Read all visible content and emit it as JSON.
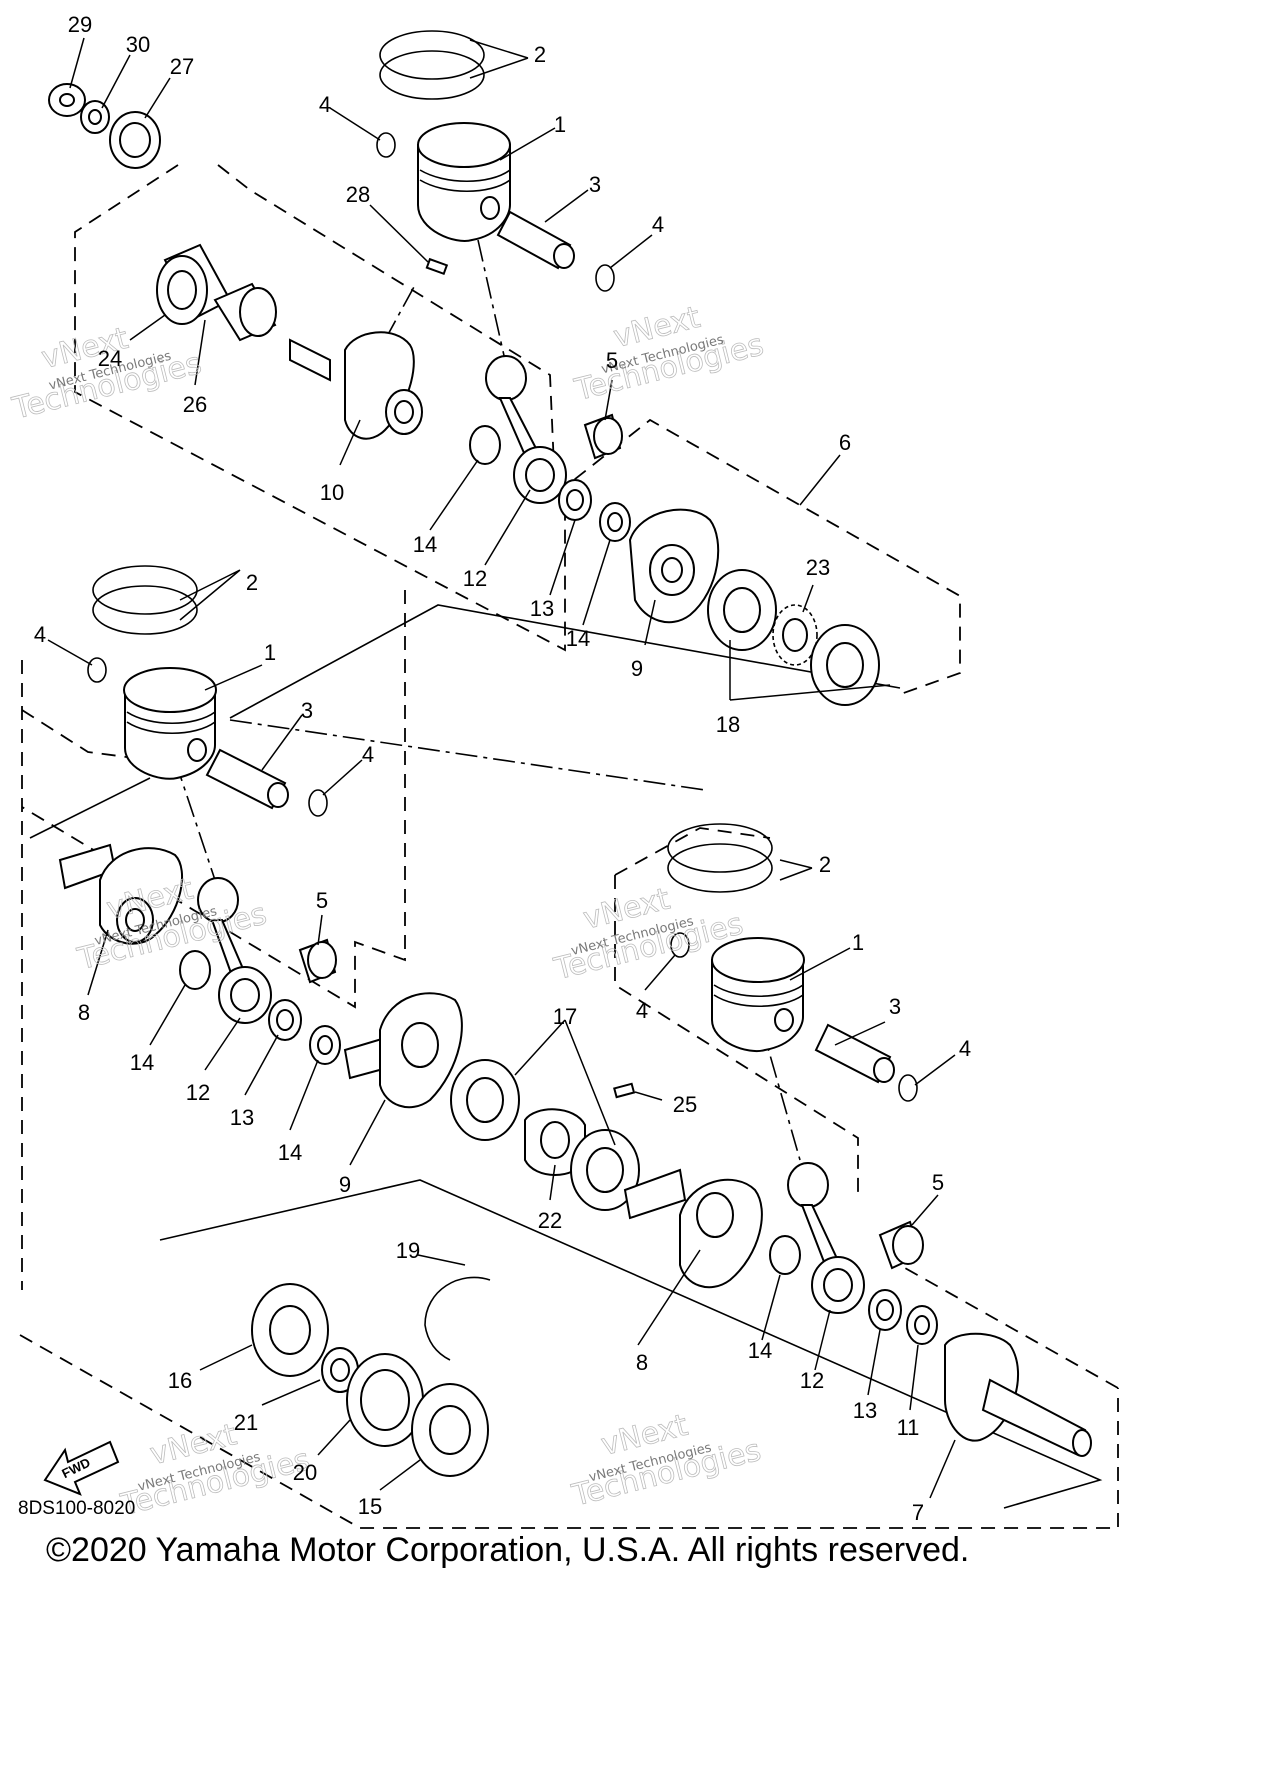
{
  "diagram_code": "8DS100-8020",
  "copyright": "©2020 Yamaha Motor Corporation, U.S.A. All rights reserved.",
  "fwd_label": "FWD",
  "watermark": {
    "line1": "vNext",
    "line2": "Technologies",
    "small": "vNext Technologies"
  },
  "callouts": [
    {
      "id": "c29a",
      "label": "29"
    },
    {
      "id": "c30a",
      "label": "30"
    },
    {
      "id": "c27a",
      "label": "27"
    },
    {
      "id": "c2a",
      "label": "2"
    },
    {
      "id": "c4a",
      "label": "4"
    },
    {
      "id": "c1a",
      "label": "1"
    },
    {
      "id": "c28a",
      "label": "28"
    },
    {
      "id": "c3a",
      "label": "3"
    },
    {
      "id": "c4b",
      "label": "4"
    },
    {
      "id": "c24a",
      "label": "24"
    },
    {
      "id": "c26a",
      "label": "26"
    },
    {
      "id": "c5a",
      "label": "5"
    },
    {
      "id": "c10a",
      "label": "10"
    },
    {
      "id": "c6a",
      "label": "6"
    },
    {
      "id": "c14a",
      "label": "14"
    },
    {
      "id": "c12a",
      "label": "12"
    },
    {
      "id": "c13a",
      "label": "13"
    },
    {
      "id": "c23a",
      "label": "23"
    },
    {
      "id": "c14b",
      "label": "14"
    },
    {
      "id": "c9a",
      "label": "9"
    },
    {
      "id": "c18a",
      "label": "18"
    },
    {
      "id": "c2b",
      "label": "2"
    },
    {
      "id": "c4c",
      "label": "4"
    },
    {
      "id": "c1b",
      "label": "1"
    },
    {
      "id": "c3b",
      "label": "3"
    },
    {
      "id": "c4d",
      "label": "4"
    },
    {
      "id": "c5b",
      "label": "5"
    },
    {
      "id": "c8a",
      "label": "8"
    },
    {
      "id": "c14c",
      "label": "14"
    },
    {
      "id": "c12b",
      "label": "12"
    },
    {
      "id": "c13b",
      "label": "13"
    },
    {
      "id": "c14d",
      "label": "14"
    },
    {
      "id": "c9b",
      "label": "9"
    },
    {
      "id": "c2c",
      "label": "2"
    },
    {
      "id": "c1c",
      "label": "1"
    },
    {
      "id": "c4e",
      "label": "4"
    },
    {
      "id": "c3c",
      "label": "3"
    },
    {
      "id": "c4f",
      "label": "4"
    },
    {
      "id": "c17a",
      "label": "17"
    },
    {
      "id": "c25a",
      "label": "25"
    },
    {
      "id": "c22a",
      "label": "22"
    },
    {
      "id": "c5c",
      "label": "5"
    },
    {
      "id": "c19a",
      "label": "19"
    },
    {
      "id": "c16a",
      "label": "16"
    },
    {
      "id": "c21a",
      "label": "21"
    },
    {
      "id": "c20a",
      "label": "20"
    },
    {
      "id": "c15a",
      "label": "15"
    },
    {
      "id": "c8b",
      "label": "8"
    },
    {
      "id": "c14e",
      "label": "14"
    },
    {
      "id": "c12c",
      "label": "12"
    },
    {
      "id": "c13c",
      "label": "13"
    },
    {
      "id": "c11a",
      "label": "11"
    },
    {
      "id": "c7a",
      "label": "7"
    }
  ]
}
